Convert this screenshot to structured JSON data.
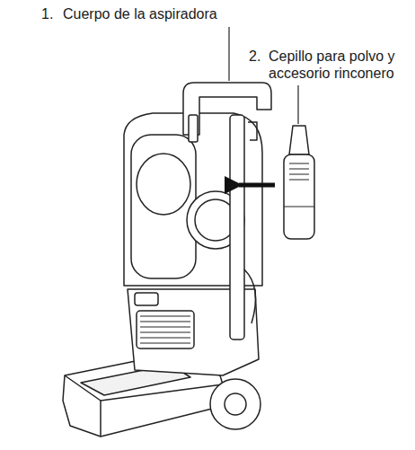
{
  "diagram": {
    "labels": [
      "1.",
      "Cuerpo de la aspiradora",
      "2.",
      "Cepillo para polvo y accesorio rinconero"
    ]
  }
}
